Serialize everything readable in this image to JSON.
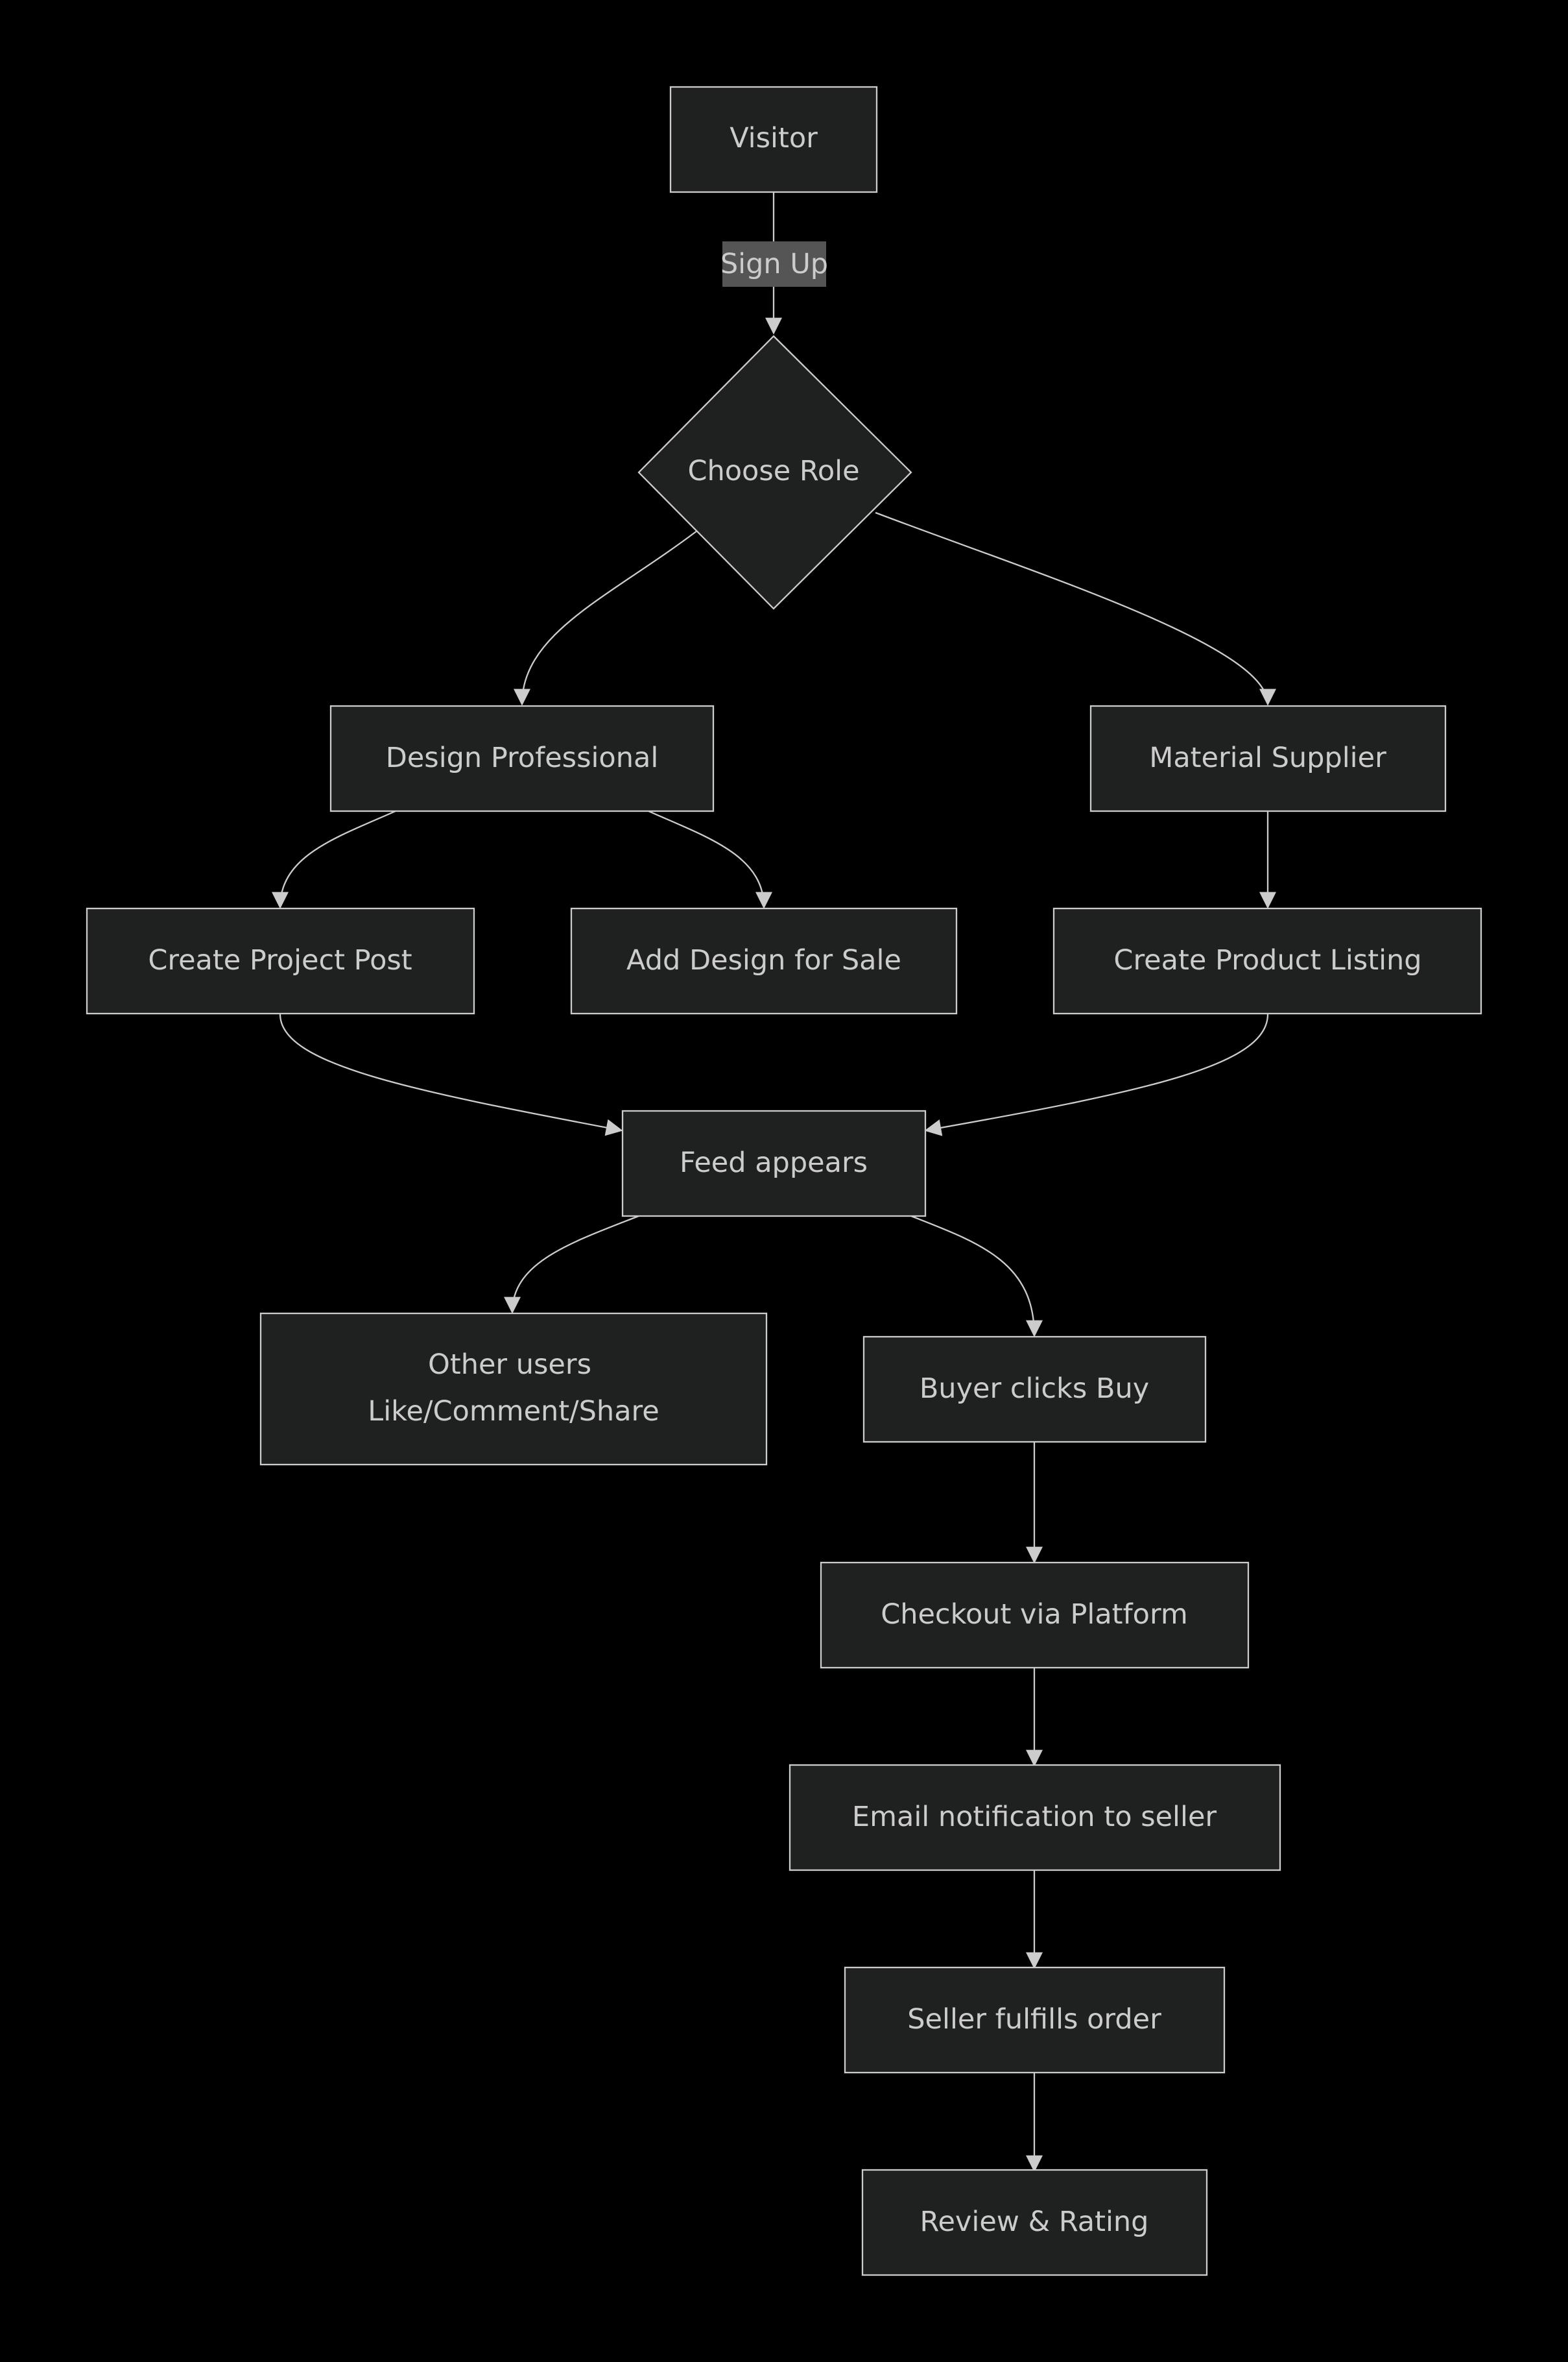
{
  "nodes": {
    "visitor": "Visitor",
    "choose_role": "Choose Role",
    "design_professional": "Design Professional",
    "material_supplier": "Material Supplier",
    "create_project_post": "Create Project Post",
    "add_design_for_sale": "Add Design for Sale",
    "create_product_listing": "Create Product Listing",
    "feed_appears": "Feed appears",
    "other_users_line1": "Other users",
    "other_users_line2": "Like/Comment/Share",
    "buyer_clicks_buy": "Buyer clicks Buy",
    "checkout_via_platform": "Checkout via Platform",
    "email_notification": "Email notification to seller",
    "seller_fulfills": "Seller fulfills order",
    "review_rating": "Review & Rating"
  },
  "edges": {
    "sign_up_label": "Sign Up"
  },
  "colors": {
    "background": "#000000",
    "node_fill": "#1f2020",
    "stroke": "#cccccc",
    "text": "#cccccc",
    "edge_label_bg": "#555555"
  }
}
